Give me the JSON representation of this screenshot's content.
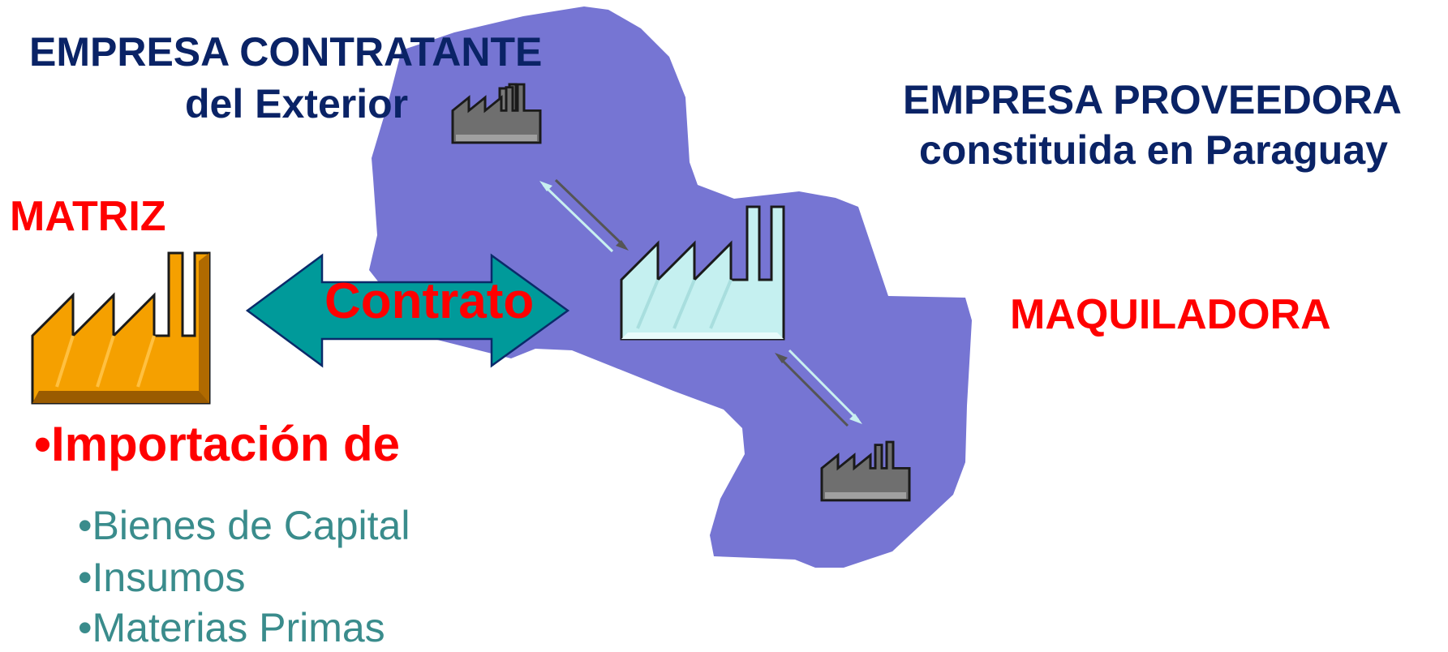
{
  "labels": {
    "contratante_line1": "EMPRESA CONTRATANTE",
    "contratante_line2": "del Exterior",
    "proveedora_line1": "EMPRESA PROVEEDORA",
    "proveedora_line2": "constituida en Paraguay",
    "matriz": "MATRIZ",
    "maquiladora": "MAQUILADORA",
    "contrato": "Contrato",
    "importacion": "•Importación de"
  },
  "import_items": [
    "•Bienes de Capital",
    "•Insumos",
    "•Materias Primas"
  ],
  "colors": {
    "map_fill": "#7675d3",
    "title_navy": "#0a2366",
    "label_red": "#ff0000",
    "list_teal": "#3a8c8c",
    "arrow_teal": "#009a9a",
    "matriz_factory": "#f5a000",
    "central_factory": "#c5f0f0",
    "small_factory": "#6a6a6a"
  },
  "icons": [
    "factory-icon",
    "double-arrow-icon"
  ]
}
